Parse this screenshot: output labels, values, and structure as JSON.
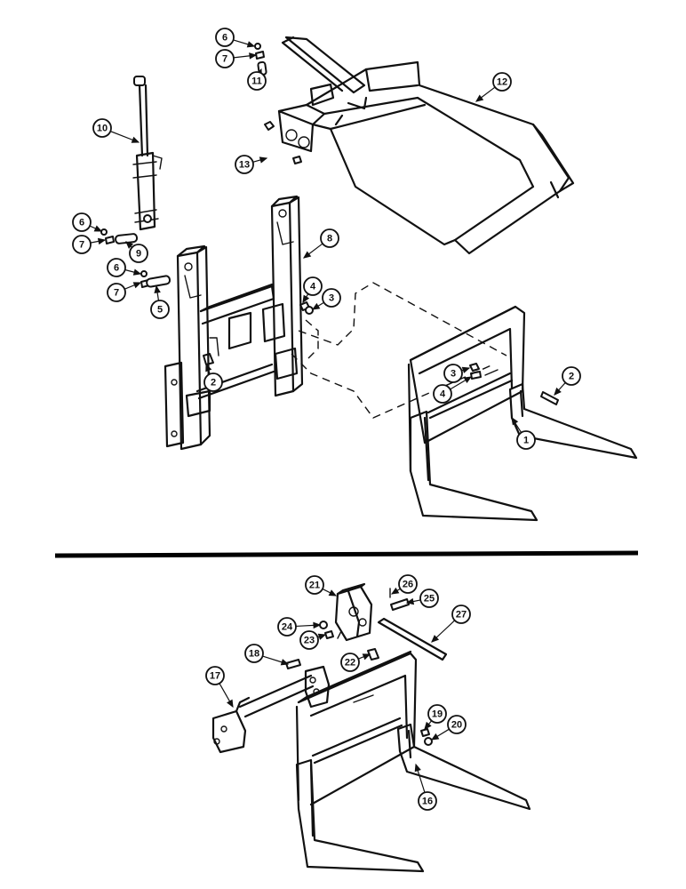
{
  "callouts": [
    {
      "id": "c-6a",
      "label": "6"
    },
    {
      "id": "c-7a",
      "label": "7"
    },
    {
      "id": "c-11",
      "label": "11"
    },
    {
      "id": "c-12",
      "label": "12"
    },
    {
      "id": "c-10",
      "label": "10"
    },
    {
      "id": "c-13",
      "label": "13"
    },
    {
      "id": "c-6b",
      "label": "6"
    },
    {
      "id": "c-7b",
      "label": "7"
    },
    {
      "id": "c-9",
      "label": "9"
    },
    {
      "id": "c-8",
      "label": "8"
    },
    {
      "id": "c-6c",
      "label": "6"
    },
    {
      "id": "c-7c",
      "label": "7"
    },
    {
      "id": "c-5",
      "label": "5"
    },
    {
      "id": "c-4a",
      "label": "4"
    },
    {
      "id": "c-3a",
      "label": "3"
    },
    {
      "id": "c-2a",
      "label": "2"
    },
    {
      "id": "c-3b",
      "label": "3"
    },
    {
      "id": "c-4b",
      "label": "4"
    },
    {
      "id": "c-2b",
      "label": "2"
    },
    {
      "id": "c-1",
      "label": "1"
    },
    {
      "id": "c-21",
      "label": "21"
    },
    {
      "id": "c-26",
      "label": "26"
    },
    {
      "id": "c-25",
      "label": "25"
    },
    {
      "id": "c-27",
      "label": "27"
    },
    {
      "id": "c-24",
      "label": "24"
    },
    {
      "id": "c-23",
      "label": "23"
    },
    {
      "id": "c-22",
      "label": "22"
    },
    {
      "id": "c-18",
      "label": "18"
    },
    {
      "id": "c-17",
      "label": "17"
    },
    {
      "id": "c-19",
      "label": "19"
    },
    {
      "id": "c-20",
      "label": "20"
    },
    {
      "id": "c-16",
      "label": "16"
    }
  ]
}
